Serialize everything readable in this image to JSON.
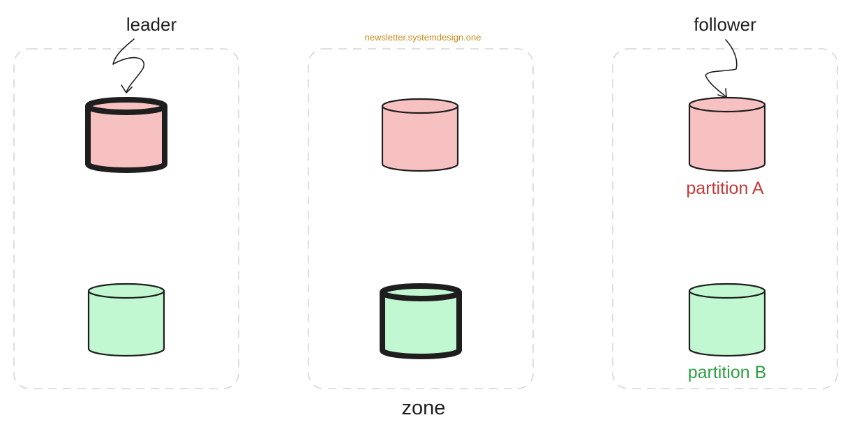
{
  "labels": {
    "leader": "leader",
    "follower": "follower",
    "watermark": "newsletter.systemdesign.one",
    "zone": "zone",
    "partition_a": "partition A",
    "partition_b": "partition B"
  },
  "colors": {
    "partition_a_fill": "#f8c1c1",
    "partition_b_fill": "#c1f7d1",
    "partition_a_text": "#c23b3b",
    "partition_b_text": "#2f9e44",
    "watermark": "#c58a1a",
    "stroke": "#1e1e1e",
    "zone_border": "#d6d6d6"
  },
  "zones": [
    {
      "leader_of": "partition A"
    },
    {
      "leader_of": "partition B"
    },
    {
      "leader_of": null
    }
  ]
}
